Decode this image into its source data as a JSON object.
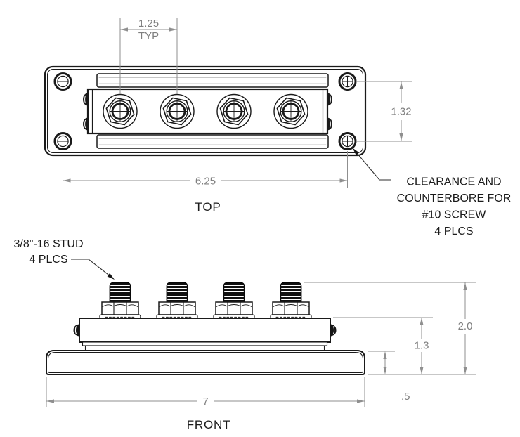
{
  "views": {
    "top_label": "TOP",
    "front_label": "FRONT"
  },
  "dims": {
    "stud_spacing": "1.25",
    "stud_spacing_note": "TYP",
    "hole_span_v": "1.32",
    "hole_span_h": "6.25",
    "overall_length": "7",
    "base_thickness": ".5",
    "body_height": "1.3",
    "overall_height": "2.0"
  },
  "callouts": {
    "counterbore": {
      "lines": [
        "CLEARANCE AND",
        "COUNTERBORE FOR",
        "#10 SCREW",
        "4 PLCS"
      ]
    },
    "stud": {
      "lines": [
        "3/8\"-16 STUD",
        "4 PLCS"
      ]
    }
  },
  "colors": {
    "outline": "#1a1a1a",
    "dimension": "#8f8f8f",
    "background": "#ffffff"
  }
}
